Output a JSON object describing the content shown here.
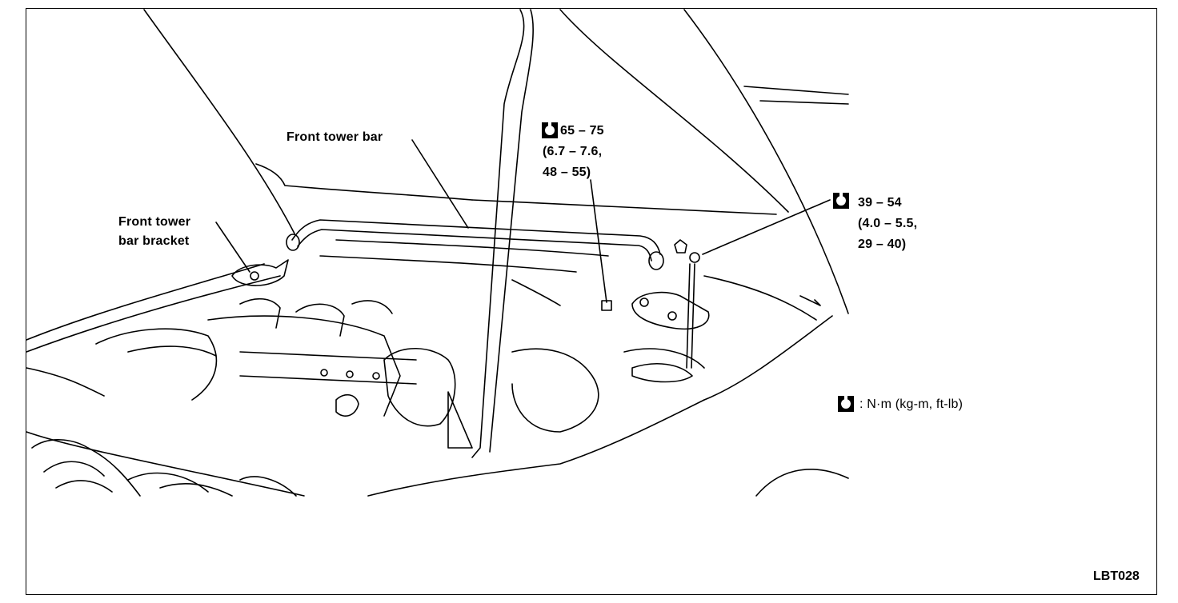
{
  "labels": {
    "front_tower_bar": "Front tower bar",
    "bracket_line1": "Front tower",
    "bracket_line2": "bar bracket"
  },
  "torque_1": {
    "line1": "65 – 75",
    "line2": "(6.7 – 7.6,",
    "line3": "48 – 55)"
  },
  "torque_2": {
    "line1": "39 – 54",
    "line2": "(4.0 – 5.5,",
    "line3": "29 – 40)"
  },
  "legend": {
    "text": ": N·m (kg-m, ft-lb)",
    "icon": "torque-wrench-icon"
  },
  "figure_code": "LBT028"
}
